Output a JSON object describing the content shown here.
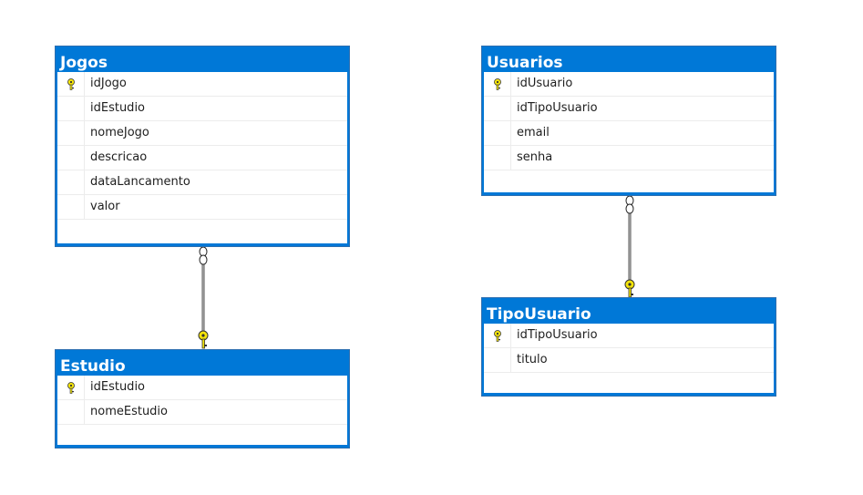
{
  "tables": {
    "jogos": {
      "title": "Jogos",
      "columns": [
        {
          "name": "idJogo",
          "primary_key": true
        },
        {
          "name": "idEstudio",
          "primary_key": false
        },
        {
          "name": "nomeJogo",
          "primary_key": false
        },
        {
          "name": "descricao",
          "primary_key": false
        },
        {
          "name": "dataLancamento",
          "primary_key": false
        },
        {
          "name": "valor",
          "primary_key": false
        }
      ]
    },
    "estudio": {
      "title": "Estudio",
      "columns": [
        {
          "name": "idEstudio",
          "primary_key": true
        },
        {
          "name": "nomeEstudio",
          "primary_key": false
        }
      ]
    },
    "usuarios": {
      "title": "Usuarios",
      "columns": [
        {
          "name": "idUsuario",
          "primary_key": true
        },
        {
          "name": "idTipoUsuario",
          "primary_key": false
        },
        {
          "name": "email",
          "primary_key": false
        },
        {
          "name": "senha",
          "primary_key": false
        }
      ]
    },
    "tipousuario": {
      "title": "TipoUsuario",
      "columns": [
        {
          "name": "idTipoUsuario",
          "primary_key": true
        },
        {
          "name": "titulo",
          "primary_key": false
        }
      ]
    }
  },
  "relationships": [
    {
      "from": "Jogos",
      "to": "Estudio",
      "many_end": "Jogos",
      "one_end": "Estudio"
    },
    {
      "from": "Usuarios",
      "to": "TipoUsuario",
      "many_end": "Usuarios",
      "one_end": "TipoUsuario"
    }
  ],
  "colors": {
    "header": "#0078d7",
    "border": "#2e6fb0",
    "key": "#f5e50a"
  },
  "icons": {
    "primary_key": "key-icon",
    "many_end": "infinity-icon",
    "one_end": "key-icon"
  }
}
